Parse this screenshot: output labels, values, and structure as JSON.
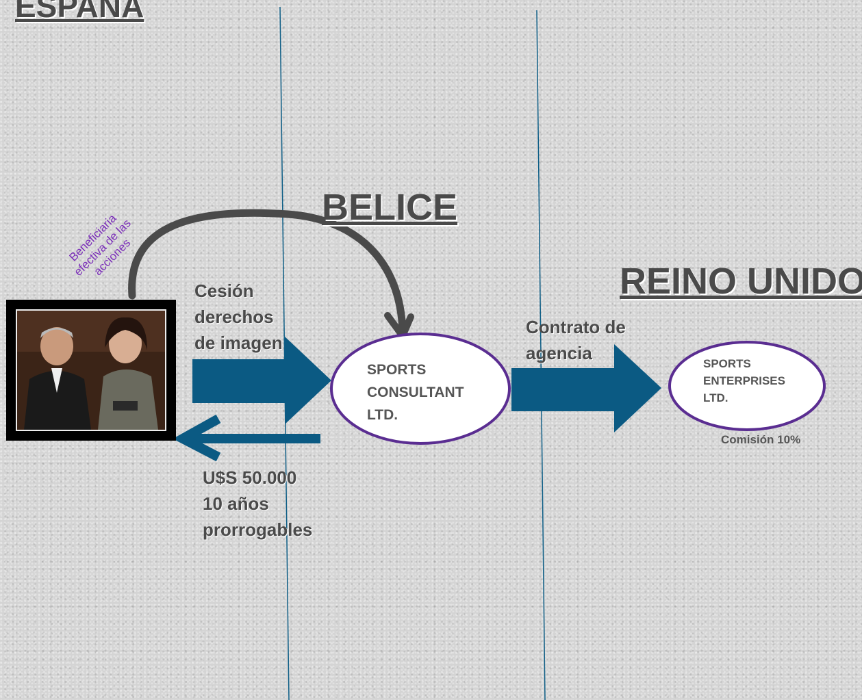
{
  "regions": {
    "espana": "ESPAÑA",
    "belice": "BELICE",
    "reino_unido": "REINO UNIDO"
  },
  "labels": {
    "beneficiaria": [
      "Beneficiaria",
      "efectiva de las",
      "acciones"
    ],
    "cesion": [
      "Cesión",
      "derechos",
      "de imagen"
    ],
    "contrato": [
      "Contrato de",
      "agencia"
    ],
    "pago": [
      "U$S 50.000",
      "10 años",
      "prorrogables"
    ],
    "comision": "Comisión 10%"
  },
  "entities": {
    "sports_consultant": [
      "SPORTS",
      "CONSULTANT",
      "LTD."
    ],
    "sports_enterprises": [
      "SPORTS",
      "ENTERPRISES",
      "LTD."
    ]
  },
  "colors": {
    "arrow_blue": "#0b5a83",
    "ellipse_border": "#5a2d91",
    "divider_line": "#0e5e86",
    "curve_arrow": "#4a4a4a",
    "title_text": "#4a4a4a",
    "beneficiaria_text": "#7a2db8"
  }
}
